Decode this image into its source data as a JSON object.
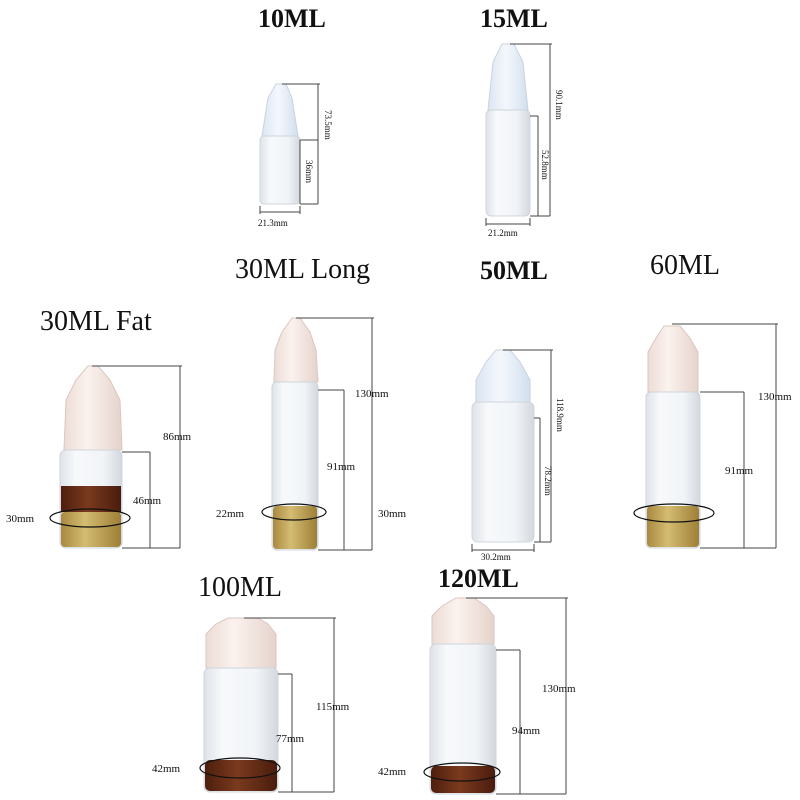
{
  "bottles": {
    "b10": {
      "title": "10ML",
      "height": "73.5mm",
      "shoulder": "36mm",
      "width": "21.3mm"
    },
    "b15": {
      "title": "15ML",
      "height": "90.1mm",
      "shoulder": "52.8mm",
      "width": "21.2mm"
    },
    "b30long": {
      "title": "30ML Long",
      "height": "130mm",
      "shoulder": "91mm",
      "width": "22mm",
      "liquid": "30mm"
    },
    "b50": {
      "title": "50ML",
      "height": "118.9mm",
      "shoulder": "78.2mm",
      "width": "30.2mm"
    },
    "b60": {
      "title": "60ML",
      "height": "130mm",
      "shoulder": "91mm"
    },
    "b30fat": {
      "title": "30ML Fat",
      "height": "86mm",
      "shoulder": "46mm",
      "width": "30mm"
    },
    "b100": {
      "title": "100ML",
      "height": "115mm",
      "shoulder": "77mm",
      "width": "42mm"
    },
    "b120": {
      "title": "120ML",
      "height": "130mm",
      "shoulder": "94mm",
      "width": "42mm"
    }
  },
  "colors": {
    "cap": "#f2e4de",
    "liquid_gold": "#b89a4e",
    "liquid_brown": "#6b2f18",
    "line": "#111111"
  }
}
